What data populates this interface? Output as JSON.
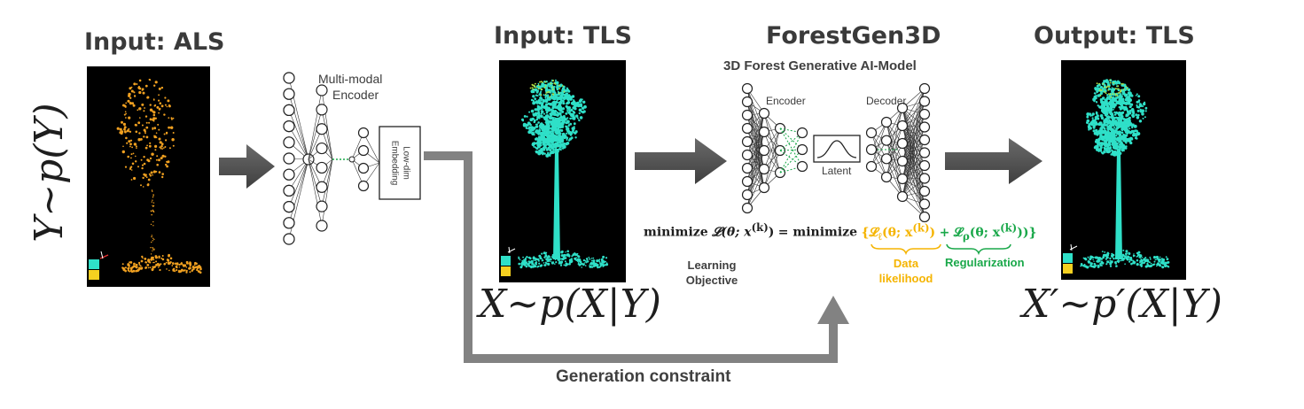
{
  "titles": {
    "input_als": "Input: ALS",
    "input_tls": "Input: TLS",
    "model_name": "ForestGen3D",
    "output_tls": "Output:  TLS"
  },
  "model": {
    "subtitle": "3D Forest Generative AI-Model",
    "encoder": "Encoder",
    "decoder": "Decoder",
    "latent": "Latent"
  },
  "multimodal_encoder": {
    "label_line1": "Multi-modal",
    "label_line2": "Encoder",
    "embedding_line1": "Low-dim",
    "embedding_line2": "Embedding"
  },
  "math": {
    "y_dist": "Y~p(Y)",
    "x_cond": "X~p(X|Y)",
    "x_prime": "X′~p′(X|Y)"
  },
  "objective": {
    "minimize_left": "minimize",
    "loss_left": "𝓛(θ; x",
    "superscript": "(k)",
    "eq": "=  minimize",
    "data_term": "{𝓛",
    "data_term_sub": "ℓ",
    "data_term_rest": "(θ; x",
    "plus": "+",
    "reg_term": "𝓛",
    "reg_term_sub": "ρ",
    "reg_term_rest": "(θ; x",
    "close": "))}",
    "learning_label_line1": "Learning",
    "learning_label_line2": "Objective",
    "data_label_line1": "Data",
    "data_label_line2": "likelihood",
    "reg_label": "Regularization"
  },
  "constraint": {
    "label": "Generation constraint"
  },
  "colors": {
    "als_points": "#f0a020",
    "tls_points": "#2fe0c8",
    "arrow": "#555555",
    "data_term": "#f5b400",
    "regularization": "#1aa84a",
    "panel_bg": "#000000"
  }
}
